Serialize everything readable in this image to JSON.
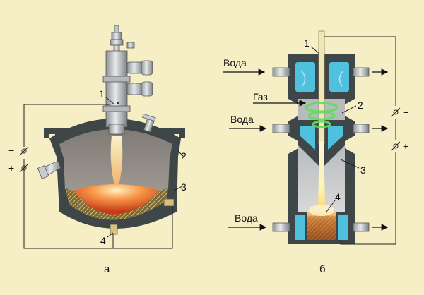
{
  "diagram_a": {
    "caption": "а",
    "callouts": {
      "n1": "1",
      "n2": "2",
      "n3": "3",
      "n4": "4"
    },
    "polarity": {
      "minus": "−",
      "plus": "+"
    }
  },
  "diagram_b": {
    "caption": "б",
    "inlets": {
      "water_top": "Вода",
      "gas": "Газ",
      "water_mid": "Вода",
      "water_bottom": "Вода"
    },
    "callouts": {
      "n1": "1",
      "n2": "2",
      "n3": "3",
      "n4": "4"
    },
    "polarity": {
      "minus": "−",
      "plus": "+"
    }
  },
  "colors": {
    "background": "#f6efc6",
    "lining": "#3e4648",
    "cavity": "#8a8680",
    "melt": "#f06a2a",
    "water": "#4fc1de",
    "plasma": "#ffe9a8",
    "gas_swirl": "#5fe05a",
    "electrode": "#f0e7b8"
  }
}
